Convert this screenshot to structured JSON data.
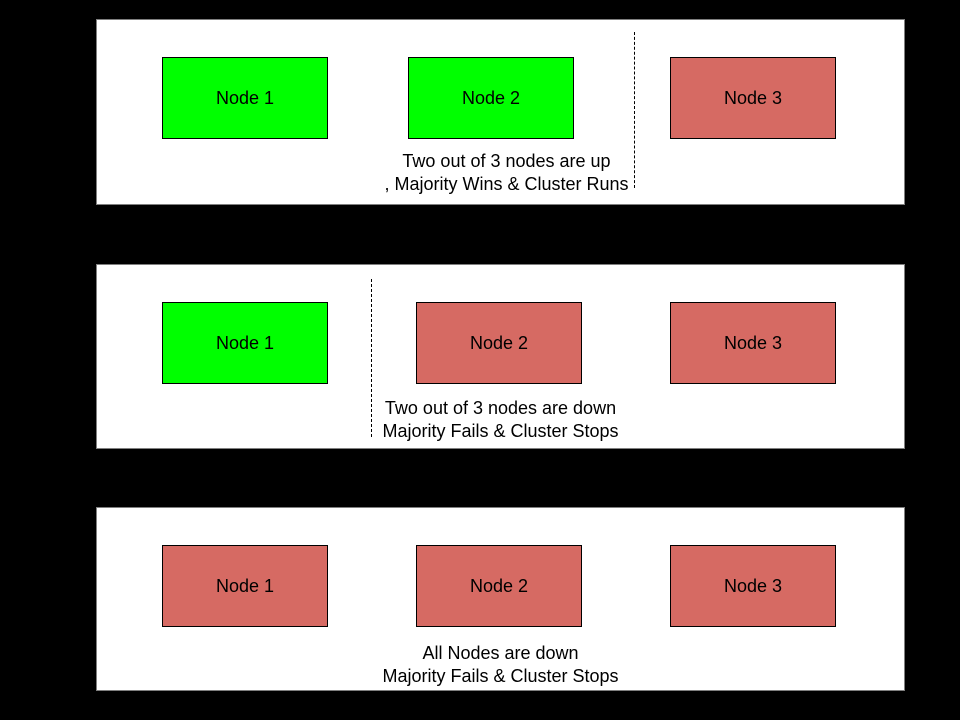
{
  "colors": {
    "background": "#000000",
    "panel_bg": "#FFFFFF",
    "panel_border": "#7F7F7F",
    "node_border": "#000000",
    "node_up": "#00FF00",
    "node_down": "#D66A63",
    "text": "#000000"
  },
  "panels": [
    {
      "nodes": [
        {
          "label": "Node 1",
          "status": "up"
        },
        {
          "label": "Node 2",
          "status": "up"
        },
        {
          "label": "Node 3",
          "status": "down"
        }
      ],
      "caption": {
        "line1": "Two out of 3 nodes are up",
        "line2": ", Majority Wins & Cluster Runs"
      }
    },
    {
      "nodes": [
        {
          "label": "Node 1",
          "status": "up"
        },
        {
          "label": "Node 2",
          "status": "down"
        },
        {
          "label": "Node 3",
          "status": "down"
        }
      ],
      "caption": {
        "line1": "Two out of 3 nodes are down",
        "line2": "Majority Fails & Cluster Stops"
      }
    },
    {
      "nodes": [
        {
          "label": "Node 1",
          "status": "down"
        },
        {
          "label": "Node 2",
          "status": "down"
        },
        {
          "label": "Node 3",
          "status": "down"
        }
      ],
      "caption": {
        "line1": "All Nodes are down",
        "line2": "Majority Fails & Cluster Stops"
      }
    }
  ]
}
